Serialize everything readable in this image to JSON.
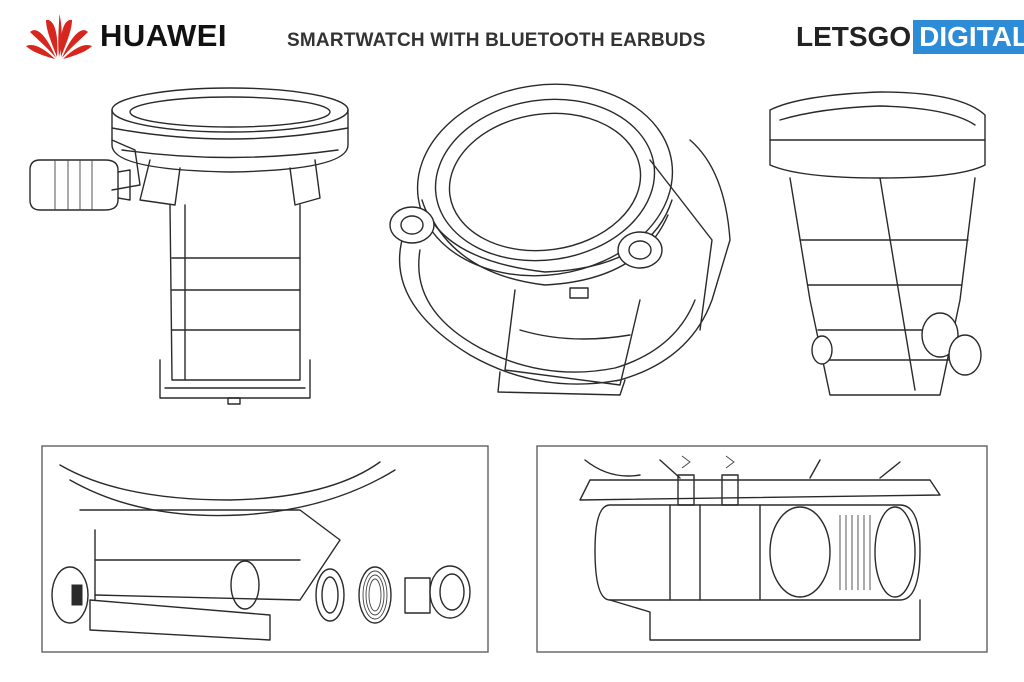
{
  "header": {
    "brand": "HUAWEI",
    "title": "SMARTWATCH WITH BLUETOOTH EARBUDS",
    "site_part1": "LETSGO",
    "site_part2": "DIGITAL"
  },
  "colors": {
    "brand_red": "#d7261e",
    "site_blue": "#2e8bd6",
    "line": "#2a2a2a"
  },
  "icons": [
    "huawei-logo-icon"
  ]
}
